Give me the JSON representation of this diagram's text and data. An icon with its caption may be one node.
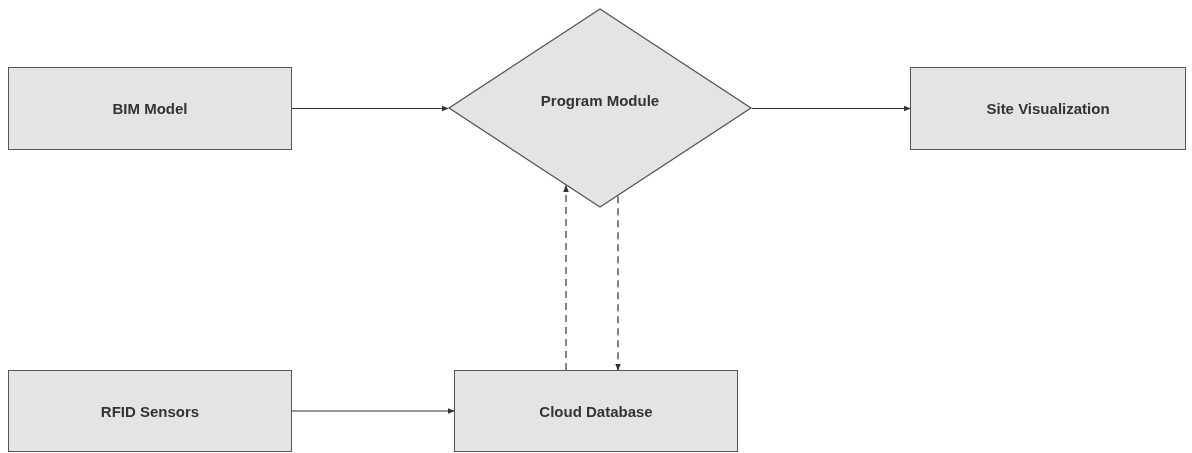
{
  "diagram": {
    "nodes": [
      {
        "text": [
          "BIM Model"
        ]
      },
      {
        "text": [
          "Program Module"
        ]
      },
      {
        "text": [
          "Site Visualization"
        ]
      },
      {
        "text": [
          "RFID Sensors"
        ]
      },
      {
        "text": [
          "Cloud Database"
        ]
      }
    ],
    "edges": [
      {
        "from": 0,
        "to": 1,
        "arrow": "to"
      },
      {
        "from": 1,
        "to": 2,
        "arrow": "to"
      },
      {
        "from": 3,
        "to": 4,
        "arrow": "to"
      },
      {
        "from": 4,
        "to": 1,
        "arrow": "to",
        "style": "dashed"
      },
      {
        "from": 1,
        "to": 4,
        "arrow": "to",
        "style": "dashed"
      }
    ]
  }
}
